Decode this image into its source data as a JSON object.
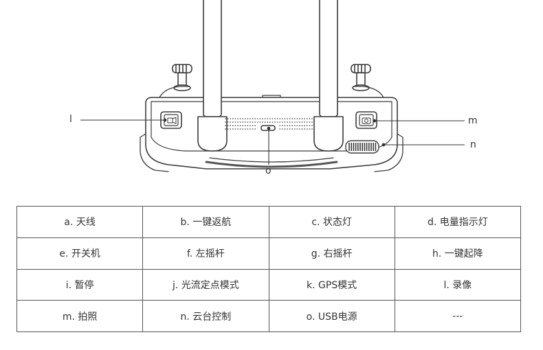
{
  "callouts": {
    "l": "l",
    "m": "m",
    "n": "n",
    "o": "o"
  },
  "table": {
    "rows": [
      [
        "a. 天线",
        "b. 一键返航",
        "c. 状态灯",
        "d. 电量指示灯"
      ],
      [
        "e. 开关机",
        "f. 左摇杆",
        "g. 右摇杆",
        "h. 一键起降"
      ],
      [
        "i. 暂停",
        "j. 光流定点模式",
        "k. GPS模式",
        "l. 录像"
      ],
      [
        "m. 拍照",
        "n. 云台控制",
        "o. USB电源",
        "---"
      ]
    ]
  }
}
